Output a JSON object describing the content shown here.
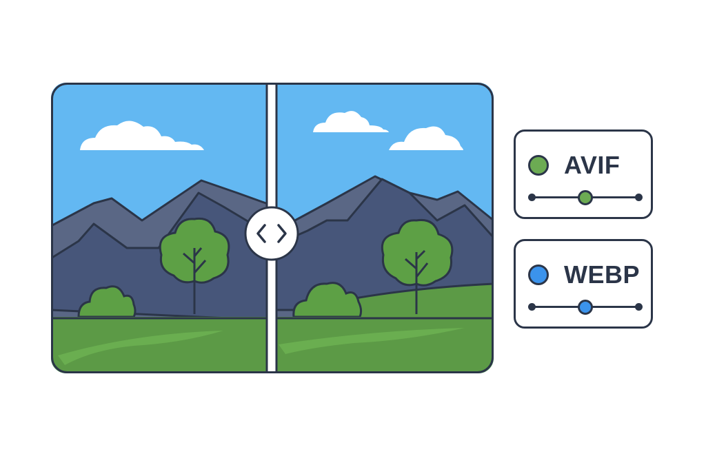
{
  "colors": {
    "outline": "#2b3548",
    "sky": "#63b8f2",
    "mountain_back": "#5a6785",
    "mountain_front": "#47567a",
    "grass": "#5c9a46",
    "grass_light": "#6aae50",
    "tree": "#5da045",
    "cloud": "#ffffff"
  },
  "compare_view": {
    "handle_icon": "chevron-left-right-icon"
  },
  "formats": [
    {
      "label": "AVIF",
      "color": "#6cab53",
      "quality": 0.5
    },
    {
      "label": "WEBP",
      "color": "#3b93ec",
      "quality": 0.5
    }
  ]
}
